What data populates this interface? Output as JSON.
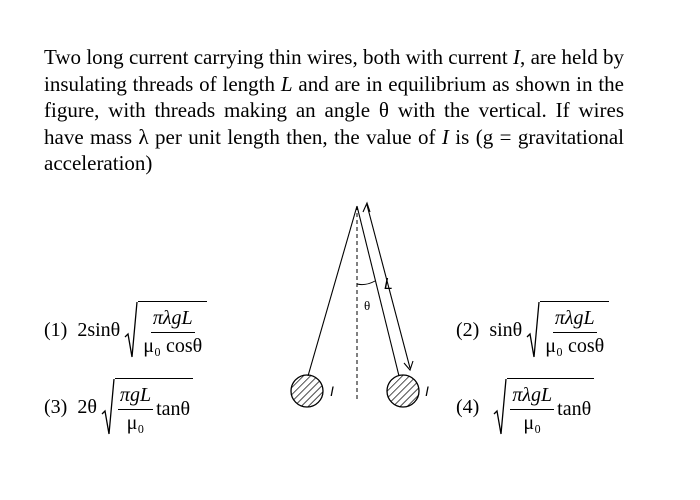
{
  "question": {
    "text_1": "Two long current carrying thin wires, both with current ",
    "var_I": "I",
    "text_2": ", are held by insulating threads of length ",
    "var_L": "L",
    "text_3": " and are in equilibrium as shown in the figure, with threads making an angle θ with the vertical. If wires have mass λ per unit length then, the value of ",
    "var_I2": "I",
    "text_4": " is (g = gravitational acceleration)"
  },
  "figure": {
    "label_L": "L",
    "label_theta": "θ",
    "label_I_left": "I",
    "label_I_right": "I"
  },
  "options": [
    {
      "number": "(1)",
      "prefix": "2sinθ",
      "numerator": "πλgL",
      "denominator": "μ₀ cosθ",
      "suffix": ""
    },
    {
      "number": "(2)",
      "prefix": "sinθ",
      "numerator": "πλgL",
      "denominator": "μ₀ cosθ",
      "suffix": ""
    },
    {
      "number": "(3)",
      "prefix": "2θ",
      "numerator": "πgL",
      "denominator": "μ₀",
      "suffix": "tanθ"
    },
    {
      "number": "(4)",
      "prefix": "",
      "numerator": "πλgL",
      "denominator": "μ₀",
      "suffix": "tanθ"
    }
  ]
}
